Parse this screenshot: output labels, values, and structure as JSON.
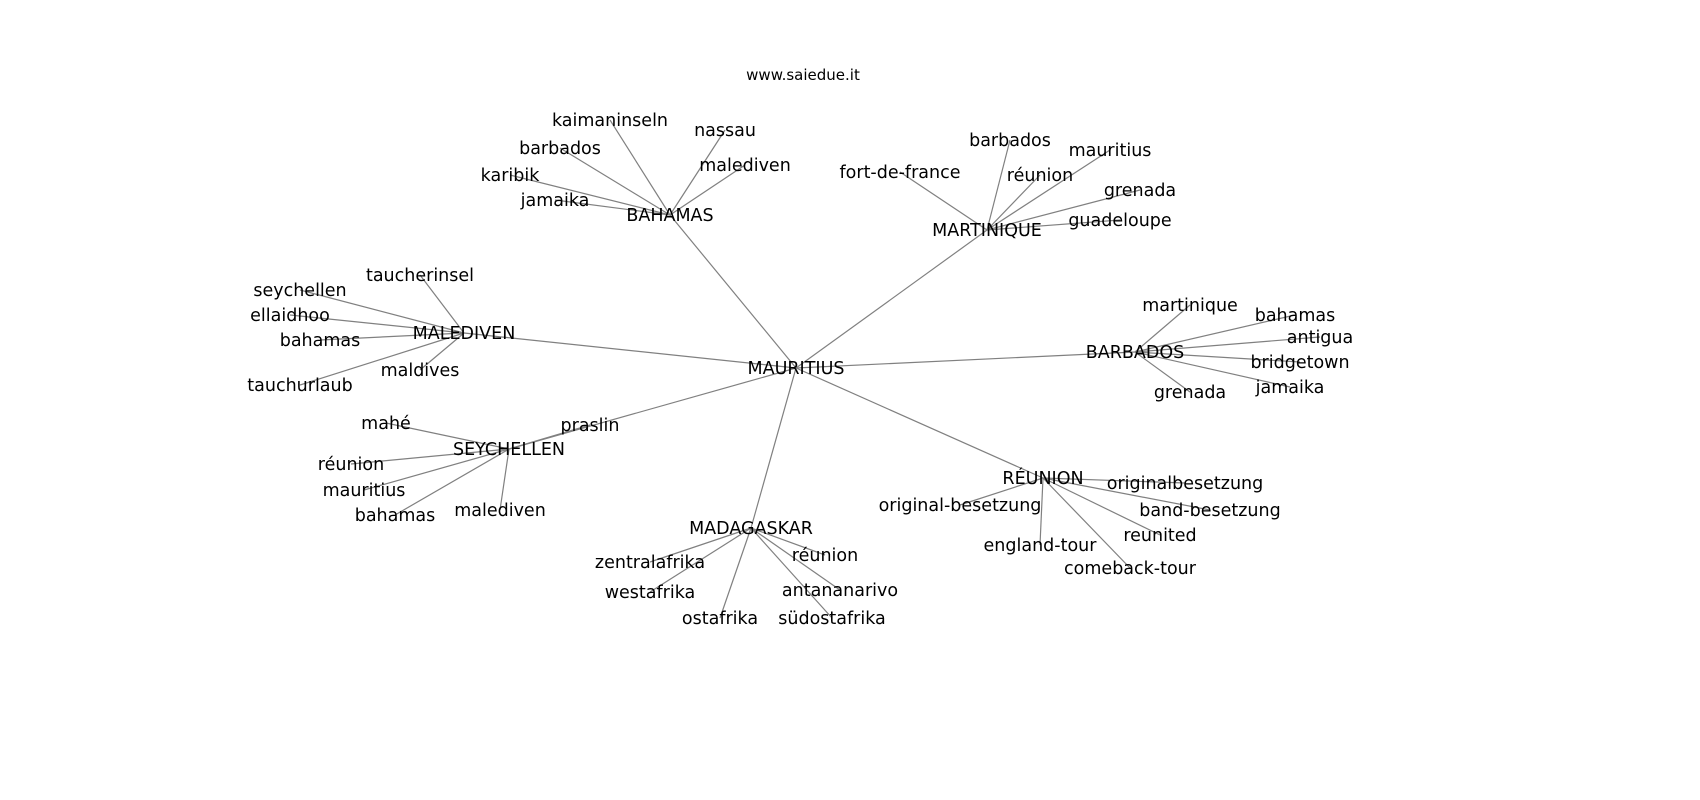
{
  "title": "www.saiedue.it",
  "graph": {
    "center": {
      "id": "mauritius",
      "label": "MAURITIUS"
    },
    "hubs": [
      {
        "id": "bahamas",
        "label": "BAHAMAS",
        "leaves": [
          "kaimaninseln",
          "nassau",
          "barbados",
          "karibik",
          "malediven",
          "jamaika"
        ]
      },
      {
        "id": "martinique",
        "label": "MARTINIQUE",
        "leaves": [
          "barbados",
          "fort-de-france",
          "mauritius",
          "réunion",
          "grenada",
          "guadeloupe"
        ]
      },
      {
        "id": "malediven",
        "label": "MALEDIVEN",
        "leaves": [
          "taucherinsel",
          "seychellen",
          "ellaidhoo",
          "bahamas",
          "maldives",
          "tauchurlaub"
        ]
      },
      {
        "id": "barbados",
        "label": "BARBADOS",
        "leaves": [
          "martinique",
          "bahamas",
          "antigua",
          "bridgetown",
          "jamaika",
          "grenada"
        ]
      },
      {
        "id": "seychellen",
        "label": "SEYCHELLEN",
        "leaves": [
          "mahé",
          "praslin",
          "réunion",
          "mauritius",
          "bahamas",
          "malediven"
        ]
      },
      {
        "id": "madagaskar",
        "label": "MADAGASKAR",
        "leaves": [
          "zentralafrika",
          "réunion",
          "westafrika",
          "antananarivo",
          "ostafrika",
          "südostafrika"
        ]
      },
      {
        "id": "reunion",
        "label": "RÉUNION",
        "leaves": [
          "originalbesetzung",
          "original-besetzung",
          "band-besetzung",
          "reunited",
          "england-tour",
          "comeback-tour"
        ]
      }
    ]
  },
  "colors": {
    "edge": "#808080",
    "text": "#000000"
  }
}
